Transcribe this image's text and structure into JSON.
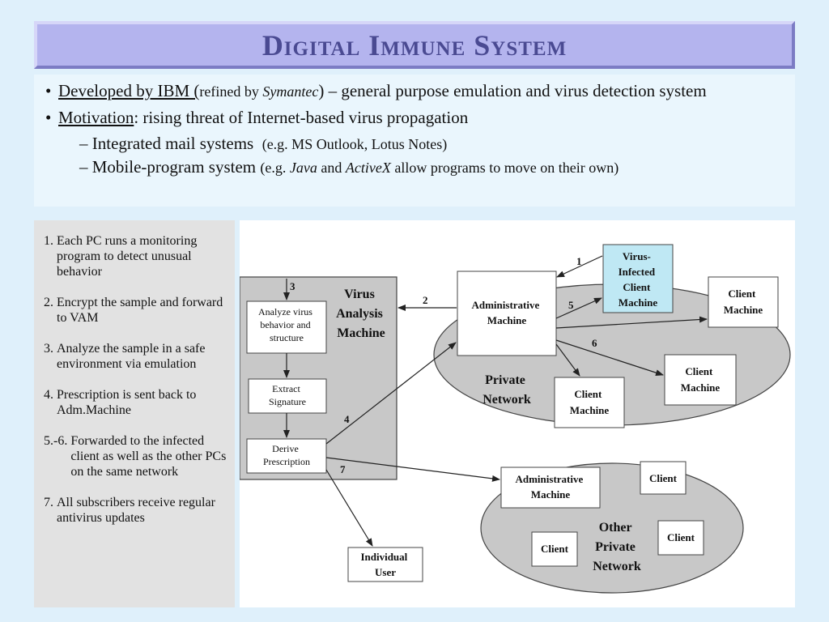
{
  "title": "Digital Immune System",
  "bullets": {
    "b1": {
      "underlined": "Developed by IBM (",
      "mid": "refined by ",
      "italic": "Symantec",
      "end": ") – general purpose emulation and virus detection system"
    },
    "b2": {
      "underlined": "Motivation",
      "end": ": rising threat of Internet-based virus propagation"
    },
    "s1": {
      "main": "– Integrated mail systems",
      "small": "(e.g. MS Outlook, Lotus Notes)"
    },
    "s2": {
      "main": "– Mobile-program system",
      "small_a": "(e.g. ",
      "italic_a": "Java",
      "small_b": " and ",
      "italic_b": "ActiveX",
      "small_c": " allow programs to move on their own)"
    }
  },
  "steps": [
    {
      "num": "1.",
      "text": "Each PC runs a monitoring program to detect unusual behavior"
    },
    {
      "num": "2.",
      "text": "Encrypt the sample and forward to VAM"
    },
    {
      "num": "3.",
      "text": "Analyze the sample in a safe environment via emulation"
    },
    {
      "num": "4.",
      "text": "Prescription is sent back to Adm.Machine"
    },
    {
      "num": "5.-6.",
      "text": "Forwarded to the infected client as well as the other PCs on the same network"
    },
    {
      "num": "7.",
      "text": "All subscribers receive regular antivirus updates"
    }
  ],
  "diagram": {
    "vam": {
      "line1": "Virus",
      "line2": "Analysis",
      "line3": "Machine"
    },
    "analyze": {
      "line1": "Analyze virus",
      "line2": "behavior and",
      "line3": "structure"
    },
    "extract": {
      "line1": "Extract",
      "line2": "Signature"
    },
    "derive": {
      "line1": "Derive",
      "line2": "Prescription"
    },
    "admin": {
      "line1": "Administrative",
      "line2": "Machine"
    },
    "infected": {
      "line1": "Virus-",
      "line2": "Infected",
      "line3": "Client",
      "line4": "Machine"
    },
    "client_top_right": {
      "line1": "Client",
      "line2": "Machine"
    },
    "client_mid_right": {
      "line1": "Client",
      "line2": "Machine"
    },
    "client_bottom": {
      "line1": "Client",
      "line2": "Machine"
    },
    "private_net": {
      "line1": "Private",
      "line2": "Network"
    },
    "admin2": {
      "line1": "Administrative",
      "line2": "Machine"
    },
    "other_client_a": "Client",
    "other_client_b": "Client",
    "other_client_c": "Client",
    "other_net": {
      "line1": "Other",
      "line2": "Private",
      "line3": "Network"
    },
    "individual": {
      "line1": "Individual",
      "line2": "User"
    },
    "arrow_labels": {
      "a1": "1",
      "a2": "2",
      "a3": "3",
      "a4": "4",
      "a5": "5",
      "a6": "6",
      "a7": "7"
    },
    "colors": {
      "ellipse": "#c8c8c8",
      "vam_panel": "#c8c8c8",
      "infected_fill": "#bfe8f4"
    }
  }
}
